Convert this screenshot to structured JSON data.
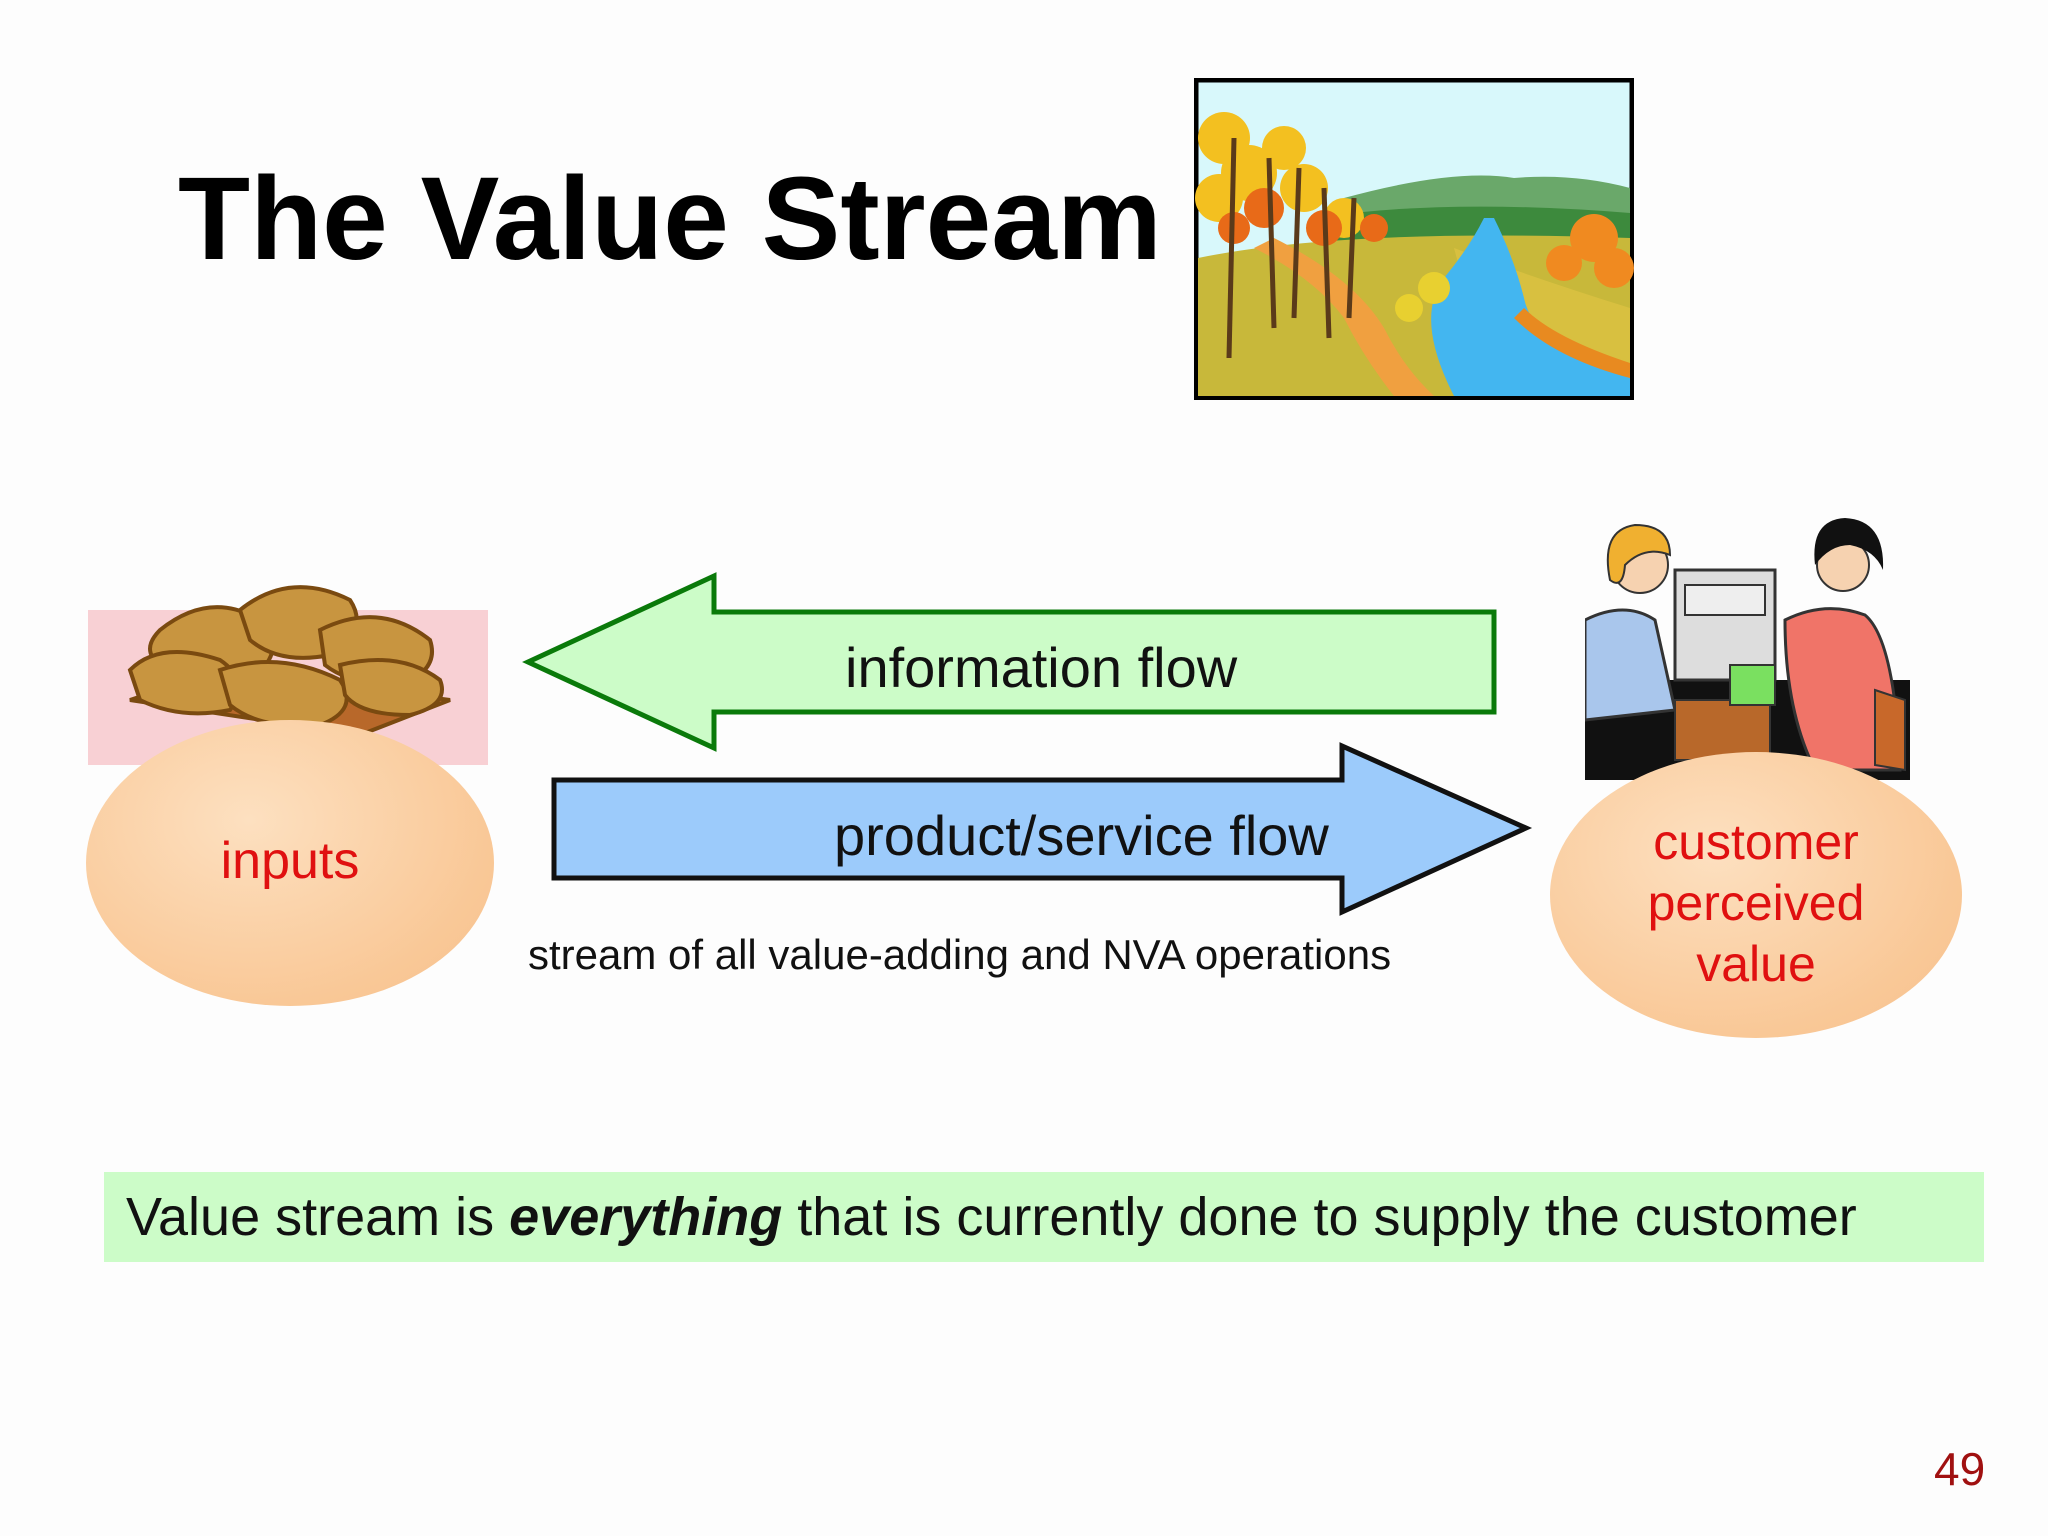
{
  "slide": {
    "title": "The Value Stream",
    "page_number": "49"
  },
  "diagram": {
    "inputs_label": "inputs",
    "customer_label": [
      "customer",
      "perceived",
      "value"
    ],
    "information_flow_label": "information flow",
    "product_flow_label": "product/service flow",
    "stream_caption": "stream of all value-adding and NVA operations",
    "colors": {
      "information_arrow_fill": "#ccfcc8",
      "information_arrow_stroke": "#0a7a0a",
      "product_arrow_fill": "#9ccbfb",
      "product_arrow_stroke": "#111111",
      "ellipse_fill": "#f9c897",
      "ellipse_text": "#e01010",
      "inputs_backdrop": "#f8d0d4"
    }
  },
  "banner": {
    "text_before": "Value stream is ",
    "text_emphasis": "everything",
    "text_after": " that is currently done to supply the customer",
    "background": "#ccfcc8"
  },
  "images": {
    "landscape": "autumn river landscape clipart",
    "sacks": "stacked sacks on pallet clipart",
    "customer_scene": "cashier and customer clipart"
  }
}
